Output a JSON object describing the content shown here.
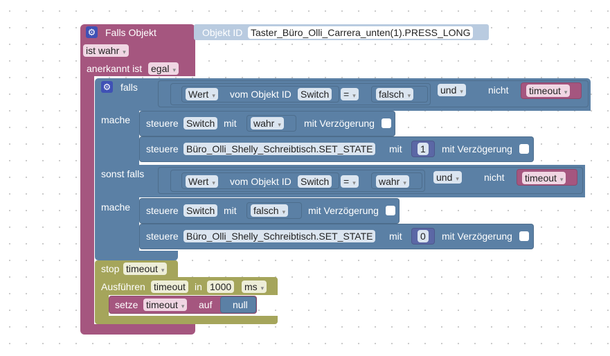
{
  "main": {
    "title": "Falls Objekt",
    "oid_label": "Objekt ID",
    "oid_value": "Taster_Büro_Olli_Carrera_unten(1).PRESS_LONG",
    "ist": "ist wahr",
    "anerkannt_label": "anerkannt ist",
    "anerkannt_value": "egal"
  },
  "if_block": {
    "falls": "falls",
    "mache": "mache",
    "sonst_falls": "sonst falls",
    "cond1": {
      "wert": "Wert",
      "vom": "vom Objekt ID",
      "obj": "Switch",
      "op": "=",
      "val": "falsch",
      "und": "und",
      "nicht": "nicht",
      "var": "timeout"
    },
    "do1": [
      {
        "steuere": "steuere",
        "obj": "Switch",
        "mit": "mit",
        "val": "wahr",
        "delay": "mit Verzögerung"
      },
      {
        "steuere": "steuere",
        "obj": "Büro_Olli_Shelly_Schreibtisch.SET_STATE",
        "mit": "mit",
        "val": "1",
        "delay": "mit Verzögerung"
      }
    ],
    "cond2": {
      "wert": "Wert",
      "vom": "vom Objekt ID",
      "obj": "Switch",
      "op": "=",
      "val": "wahr",
      "und": "und",
      "nicht": "nicht",
      "var": "timeout"
    },
    "do2": [
      {
        "steuere": "steuere",
        "obj": "Switch",
        "mit": "mit",
        "val": "falsch",
        "delay": "mit Verzögerung"
      },
      {
        "steuere": "steuere",
        "obj": "Büro_Olli_Shelly_Schreibtisch.SET_STATE",
        "mit": "mit",
        "val": "0",
        "delay": "mit Verzögerung"
      }
    ]
  },
  "timer": {
    "stop": "stop",
    "stop_var": "timeout",
    "run": "Ausführen",
    "run_var": "timeout",
    "in": "in",
    "ms_value": "1000",
    "ms_unit": "ms",
    "setze": "setze",
    "setze_var": "timeout",
    "auf": "auf",
    "null": "null"
  },
  "colors": {
    "events": "#a5567f",
    "logic": "#5b80a5",
    "timers": "#a5a55b"
  },
  "icons": {
    "gear": "gear-icon"
  }
}
